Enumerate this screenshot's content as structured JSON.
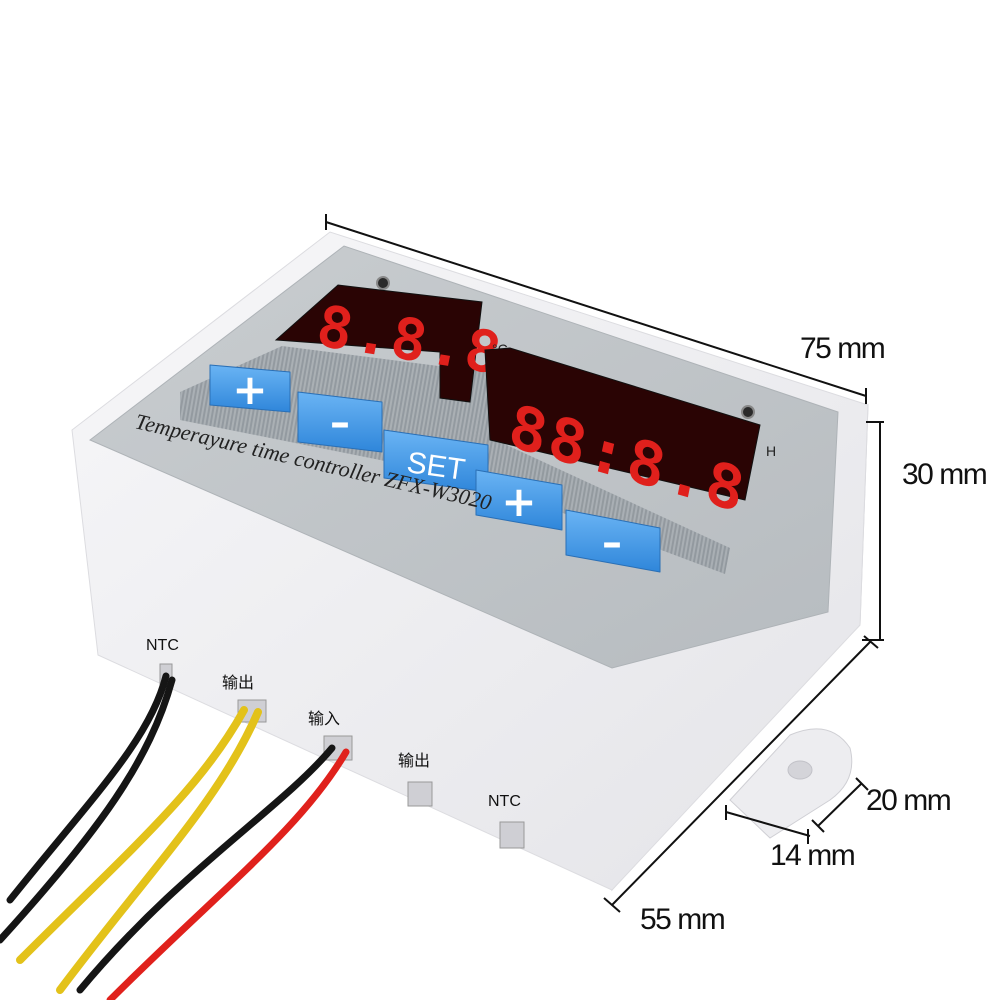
{
  "product": {
    "panel_caption": "Temperayure time controller ZFX-W3020",
    "unit_celsius": "°C",
    "unit_hours": "H",
    "temp_display_value": "8.8.8.",
    "time_display_value": "88:8.8",
    "buttons": {
      "temp_plus": "+",
      "temp_minus": "–",
      "set": "SET",
      "time_plus": "+",
      "time_minus": "–"
    },
    "terminals_top": {
      "ntc": "NTC",
      "output": "输出",
      "input": "输入"
    },
    "terminals_bottom": {
      "output": "输出",
      "ntc": "NTC"
    }
  },
  "dimensions": {
    "width": "75 mm",
    "height": "30 mm",
    "depth": "55 mm",
    "tab_width": "20 mm",
    "tab_depth": "14 mm"
  },
  "colors": {
    "case": "#f2f2f4",
    "panel": "#c2c7cb",
    "display": "#2a0404",
    "segment": "#e0201c",
    "button": "#3d97e8",
    "wire_red": "#e0211c",
    "wire_black": "#151515",
    "wire_yellow": "#e3c21a"
  }
}
